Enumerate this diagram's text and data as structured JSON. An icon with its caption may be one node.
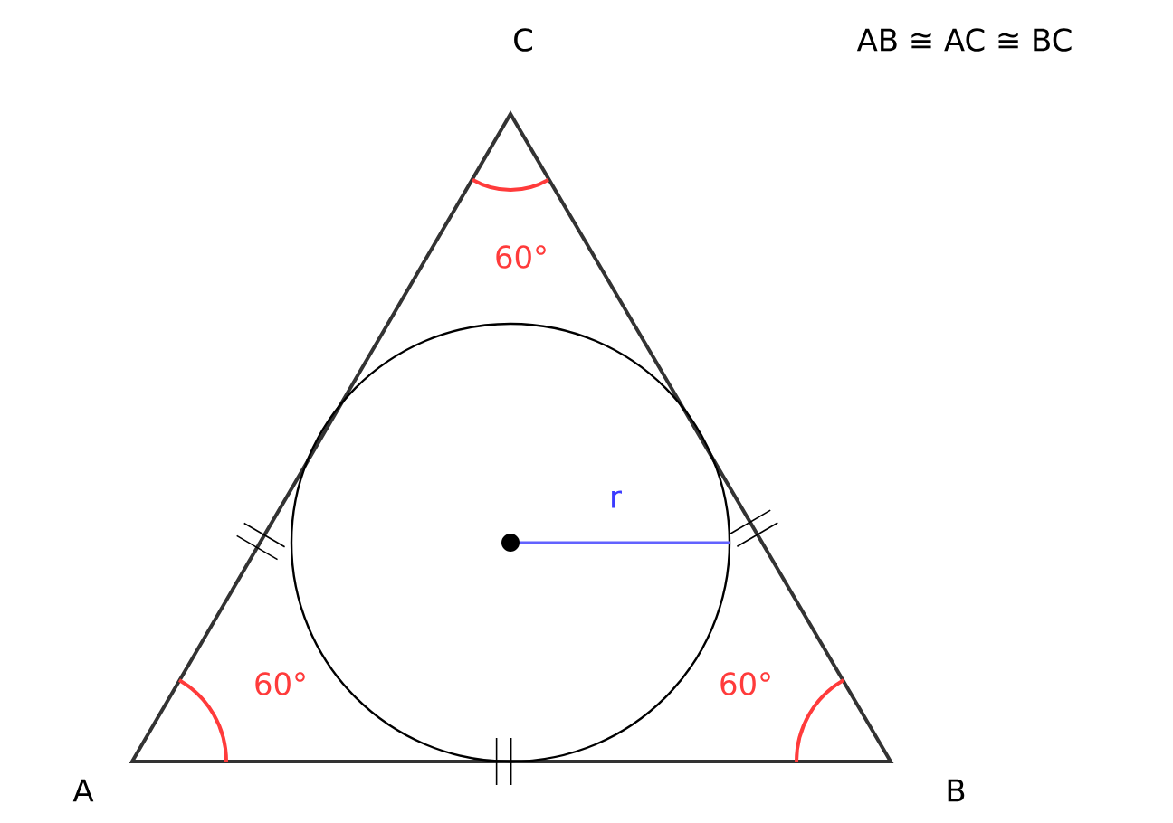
{
  "diagram": {
    "labels": [
      "C",
      "AB ≅ AC ≅ BC",
      "60°",
      "r",
      "60°",
      "60°",
      "A",
      "B"
    ]
  }
}
